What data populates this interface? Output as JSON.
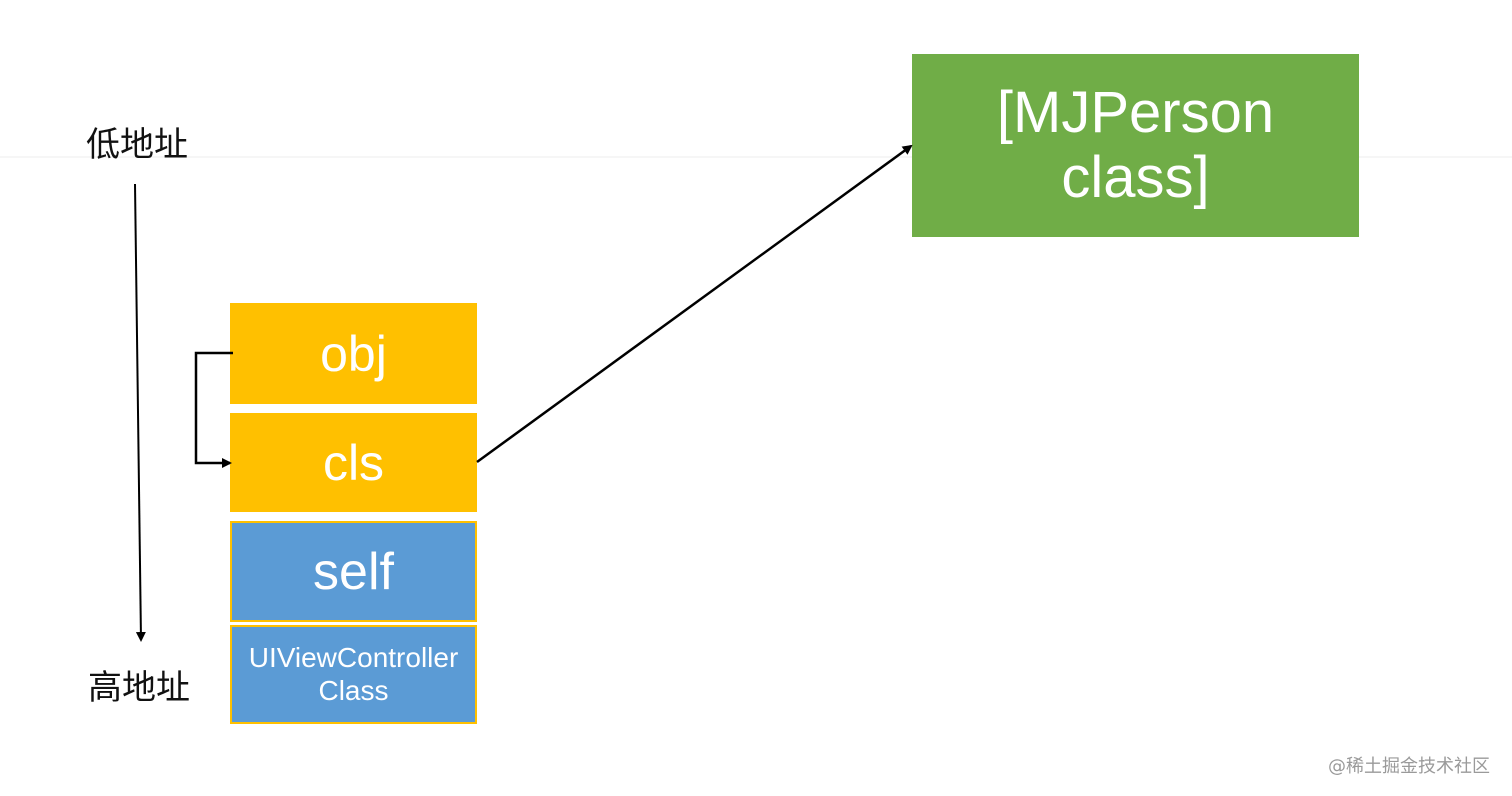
{
  "labels": {
    "low_address": "低地址",
    "high_address": "高地址"
  },
  "stack": {
    "obj": "obj",
    "cls": "cls",
    "self": "self",
    "vc_class": "UIViewController Class"
  },
  "class_box": {
    "text": "[MJPerson class]"
  },
  "watermark": "@稀土掘金技术社区",
  "colors": {
    "yellow": "#ffc000",
    "blue": "#5b9bd5",
    "green": "#70ad47"
  }
}
